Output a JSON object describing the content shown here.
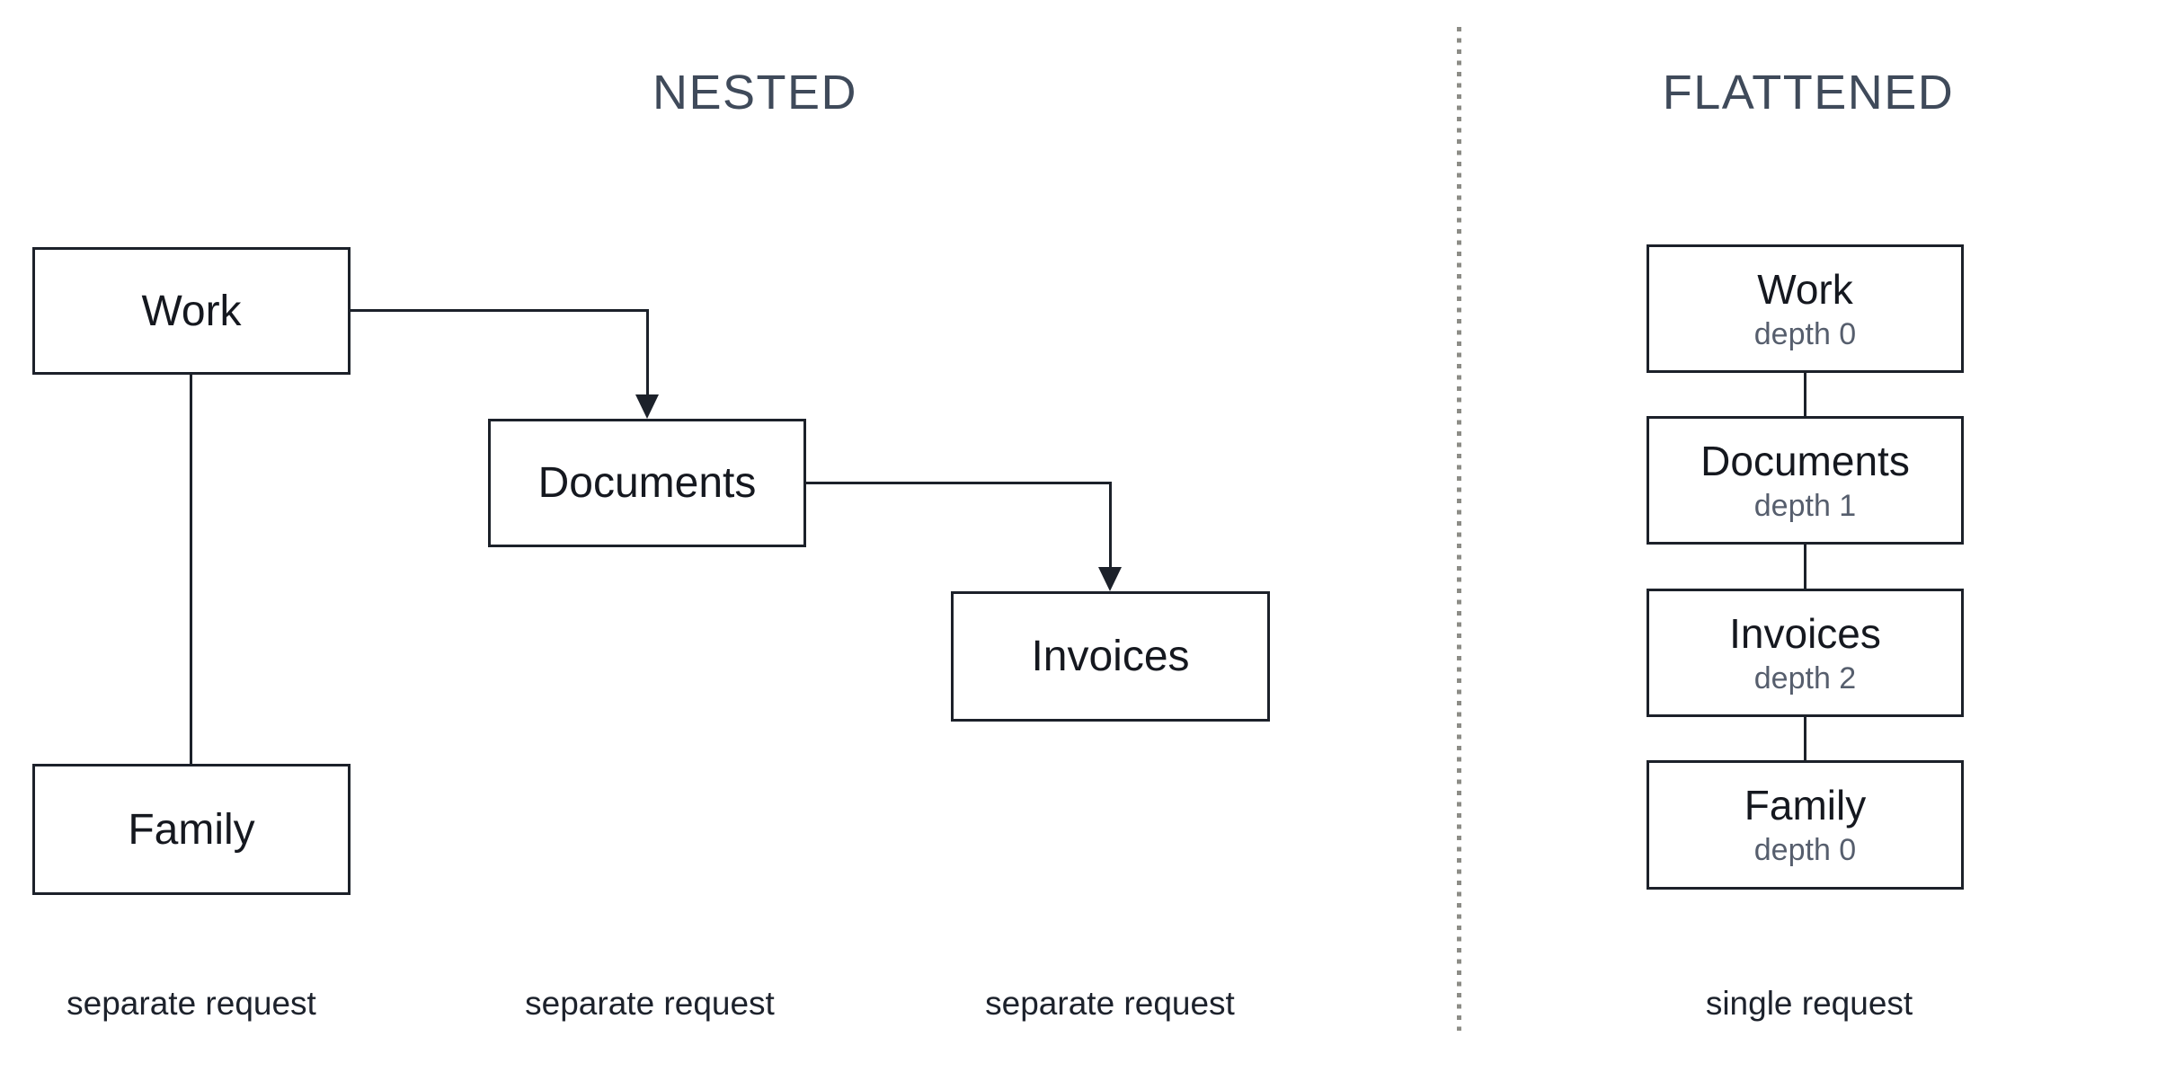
{
  "titles": {
    "nested": "NESTED",
    "flattened": "FLATTENED"
  },
  "nested": {
    "nodes": [
      {
        "id": "work",
        "label": "Work"
      },
      {
        "id": "documents",
        "label": "Documents"
      },
      {
        "id": "invoices",
        "label": "Invoices"
      },
      {
        "id": "family",
        "label": "Family"
      }
    ],
    "edges": [
      {
        "from": "work",
        "to": "family",
        "style": "plain-vertical"
      },
      {
        "from": "work",
        "to": "documents",
        "style": "elbow-arrow"
      },
      {
        "from": "documents",
        "to": "invoices",
        "style": "elbow-arrow"
      }
    ],
    "captions": [
      "separate request",
      "separate request",
      "separate request"
    ]
  },
  "flattened": {
    "nodes": [
      {
        "label": "Work",
        "depth": "depth 0"
      },
      {
        "label": "Documents",
        "depth": "depth 1"
      },
      {
        "label": "Invoices",
        "depth": "depth 2"
      },
      {
        "label": "Family",
        "depth": "depth 0"
      }
    ],
    "caption": "single request"
  },
  "colors": {
    "background": "#ffffff",
    "box_border": "#1c212a",
    "box_text": "#15181f",
    "title_text": "#3f4a5a",
    "depth_text": "#565e6d",
    "caption_text": "#1d222c",
    "divider_dots": "#8c8c86"
  }
}
